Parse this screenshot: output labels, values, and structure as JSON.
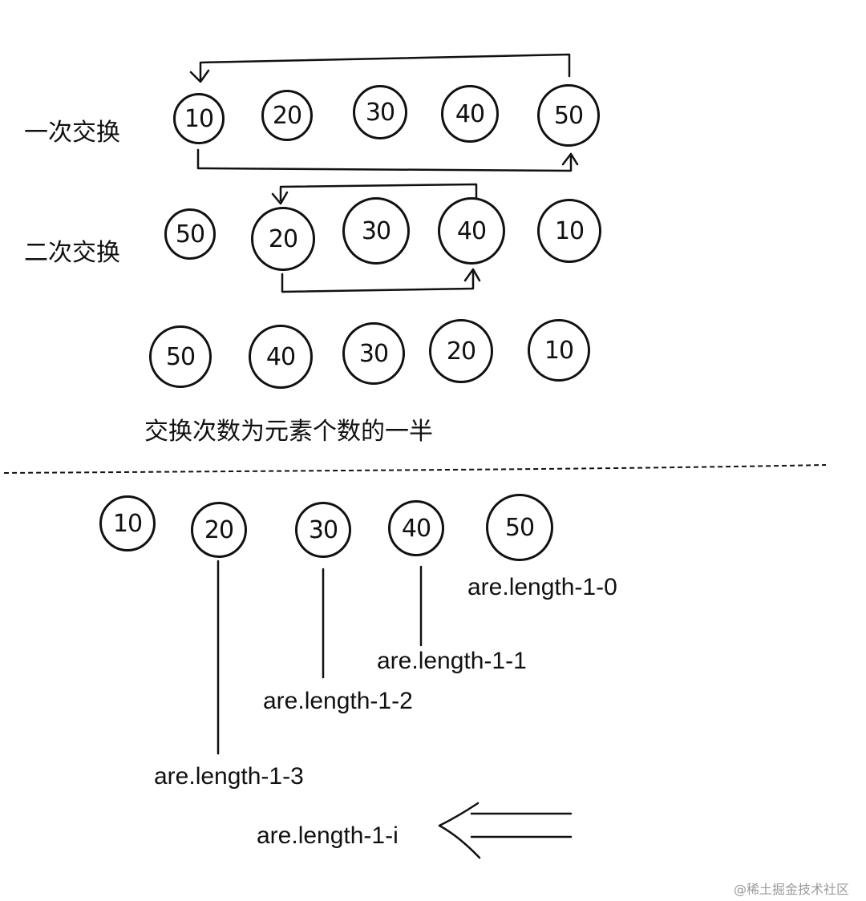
{
  "rows": [
    {
      "label": "一次交换",
      "circles": [
        "10",
        "20",
        "30",
        "40",
        "50"
      ]
    },
    {
      "label": "二次交换",
      "circles": [
        "50",
        "20",
        "30",
        "40",
        "10"
      ]
    },
    {
      "label": "",
      "circles": [
        "50",
        "40",
        "30",
        "20",
        "10"
      ]
    }
  ],
  "caption": "交换次数为元素个数的一半",
  "bottom_circles": [
    "10",
    "20",
    "30",
    "40",
    "50"
  ],
  "expressions": {
    "e0": "are.length-1-0",
    "e1": "are.length-1-1",
    "e2": "are.length-1-2",
    "e3": "are.length-1-3",
    "ei": "are.length-1-i"
  },
  "watermark": "@稀土掘金技术社区"
}
